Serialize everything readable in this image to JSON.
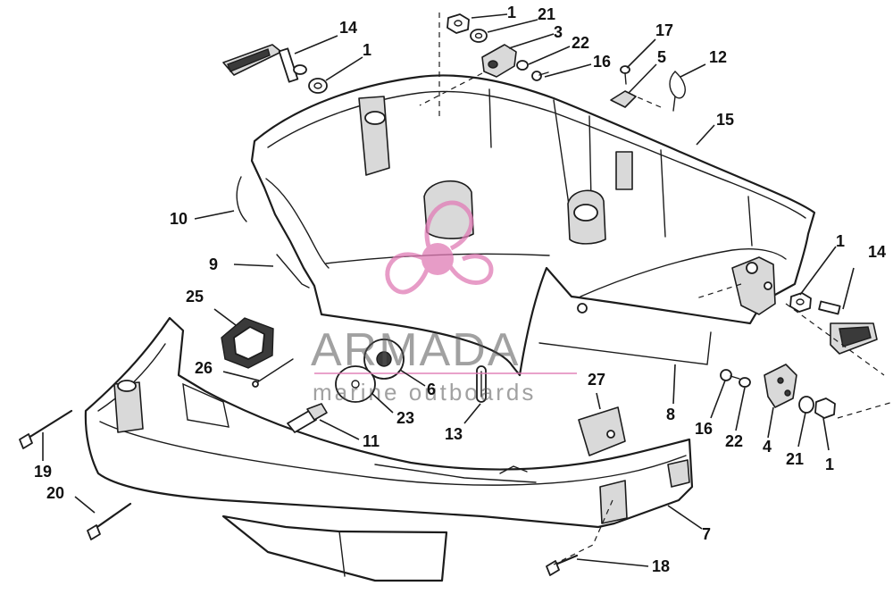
{
  "watermark": {
    "title": "ARMADA",
    "subtitle": "marine outboards",
    "logo_color": "#e07bb5",
    "text_color": "#555555"
  },
  "callouts": [
    {
      "id": "c1a",
      "text": "1"
    },
    {
      "id": "c21a",
      "text": "21"
    },
    {
      "id": "c3",
      "text": "3"
    },
    {
      "id": "c22a",
      "text": "22"
    },
    {
      "id": "c16a",
      "text": "16"
    },
    {
      "id": "c17",
      "text": "17"
    },
    {
      "id": "c5",
      "text": "5"
    },
    {
      "id": "c12",
      "text": "12"
    },
    {
      "id": "c14a",
      "text": "14"
    },
    {
      "id": "c1b",
      "text": "1"
    },
    {
      "id": "c15",
      "text": "15"
    },
    {
      "id": "c10",
      "text": "10"
    },
    {
      "id": "c9",
      "text": "9"
    },
    {
      "id": "c1c",
      "text": "1"
    },
    {
      "id": "c14b",
      "text": "14"
    },
    {
      "id": "c25",
      "text": "25"
    },
    {
      "id": "c26",
      "text": "26"
    },
    {
      "id": "c6",
      "text": "6"
    },
    {
      "id": "c23",
      "text": "23"
    },
    {
      "id": "c13",
      "text": "13"
    },
    {
      "id": "c27",
      "text": "27"
    },
    {
      "id": "c8",
      "text": "8"
    },
    {
      "id": "c16b",
      "text": "16"
    },
    {
      "id": "c22b",
      "text": "22"
    },
    {
      "id": "c4",
      "text": "4"
    },
    {
      "id": "c21b",
      "text": "21"
    },
    {
      "id": "c1d",
      "text": "1"
    },
    {
      "id": "c11",
      "text": "11"
    },
    {
      "id": "c19",
      "text": "19"
    },
    {
      "id": "c20",
      "text": "20"
    },
    {
      "id": "c7",
      "text": "7"
    },
    {
      "id": "c18",
      "text": "18"
    }
  ]
}
